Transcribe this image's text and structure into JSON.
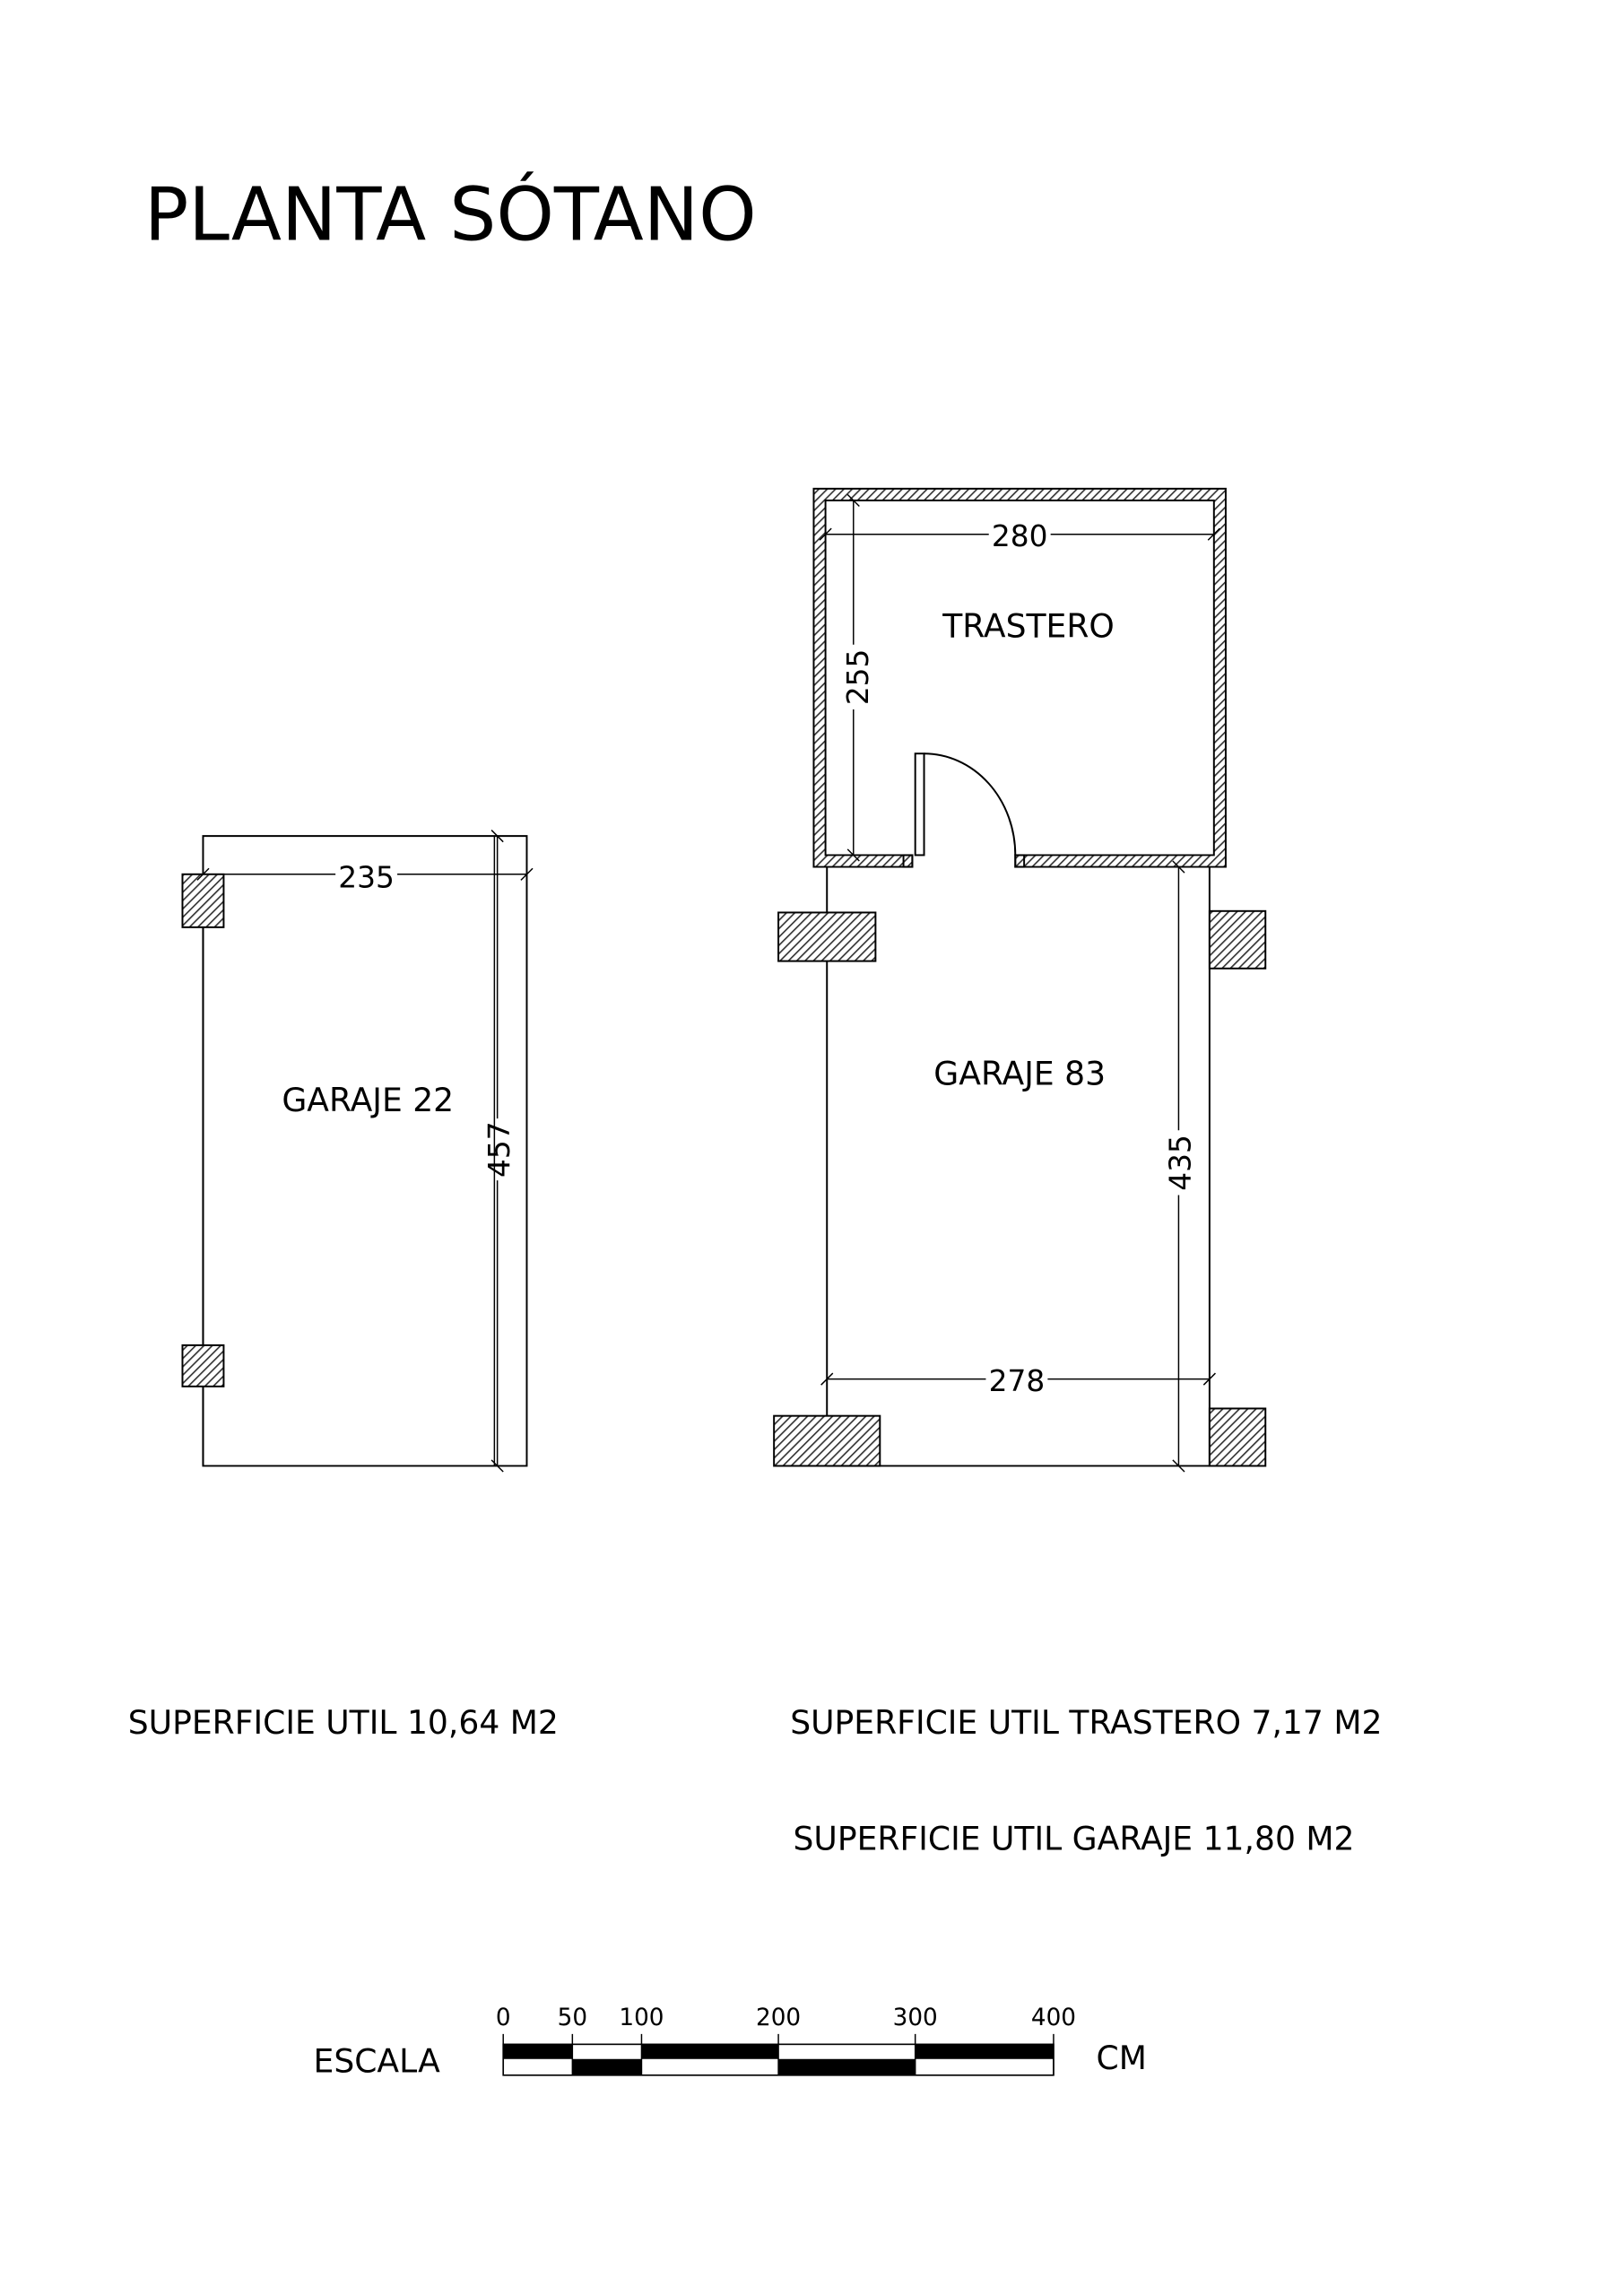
{
  "title": "PLANTA SÓTANO",
  "rooms": {
    "garaje22": {
      "label": "GARAJE 22",
      "width_dim": "235",
      "length_dim": "457"
    },
    "trastero": {
      "label": "TRASTERO",
      "width_dim": "280",
      "length_dim": "255"
    },
    "garaje83": {
      "label": "GARAJE 83",
      "width_dim": "278",
      "length_dim": "435"
    }
  },
  "areas": {
    "garaje22": "SUPERFICIE UTIL 10,64 M2",
    "trastero": "SUPERFICIE UTIL TRASTERO 7,17 M2",
    "garaje83": "SUPERFICIE UTIL GARAJE 11,80 M2"
  },
  "scale": {
    "label": "ESCALA",
    "unit": "CM",
    "ticks": [
      "0",
      "50",
      "100",
      "200",
      "300",
      "400"
    ]
  }
}
